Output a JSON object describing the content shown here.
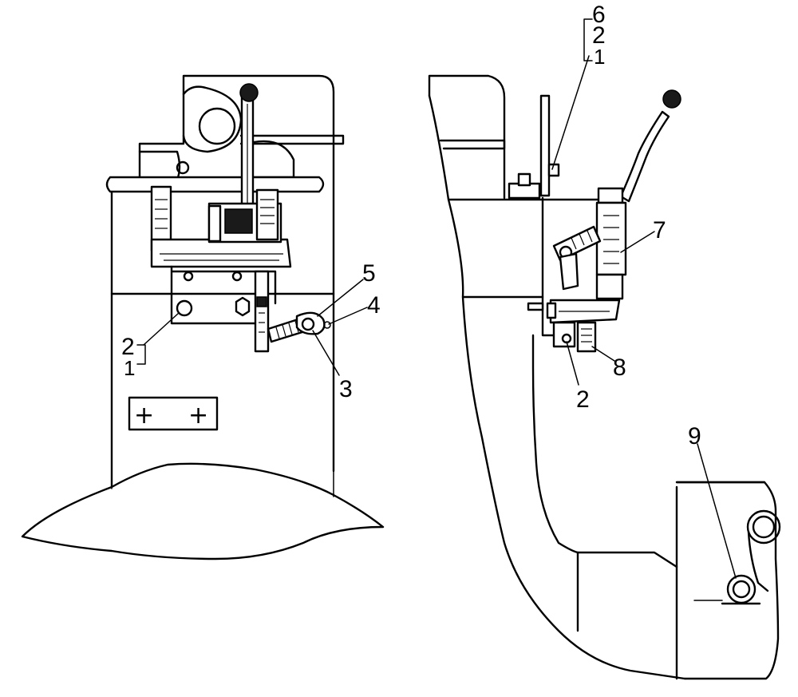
{
  "labels": {
    "left": {
      "n5": "5",
      "n4": "4",
      "n3": "3",
      "n2": "2",
      "n1": "1"
    },
    "right": {
      "n6": "6",
      "n2_top": "2",
      "n1_top": "1",
      "n7": "7",
      "n2": "2",
      "n8": "8",
      "n9": "9"
    }
  },
  "plate_symbols": {
    "left": "+",
    "right": "+"
  }
}
